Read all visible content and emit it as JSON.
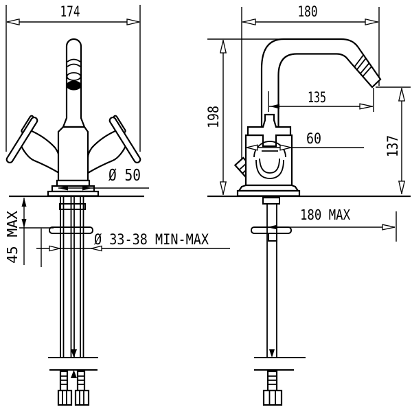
{
  "drawing": {
    "subject": "two-handle bidet mixer faucet installation drawing, front and side views",
    "front": {
      "width": "174",
      "base_diameter": "Ø 50",
      "deck_thickness": "45 MAX",
      "hole_diameter": "Ø 33-38  MIN-MAX"
    },
    "side": {
      "depth": "180",
      "height": "198",
      "spout_reach": "135",
      "outlet_height": "137",
      "body_width": "60",
      "hose_reach": "180 MAX"
    },
    "colors": {
      "line": "#000000",
      "background": "#ffffff"
    }
  }
}
